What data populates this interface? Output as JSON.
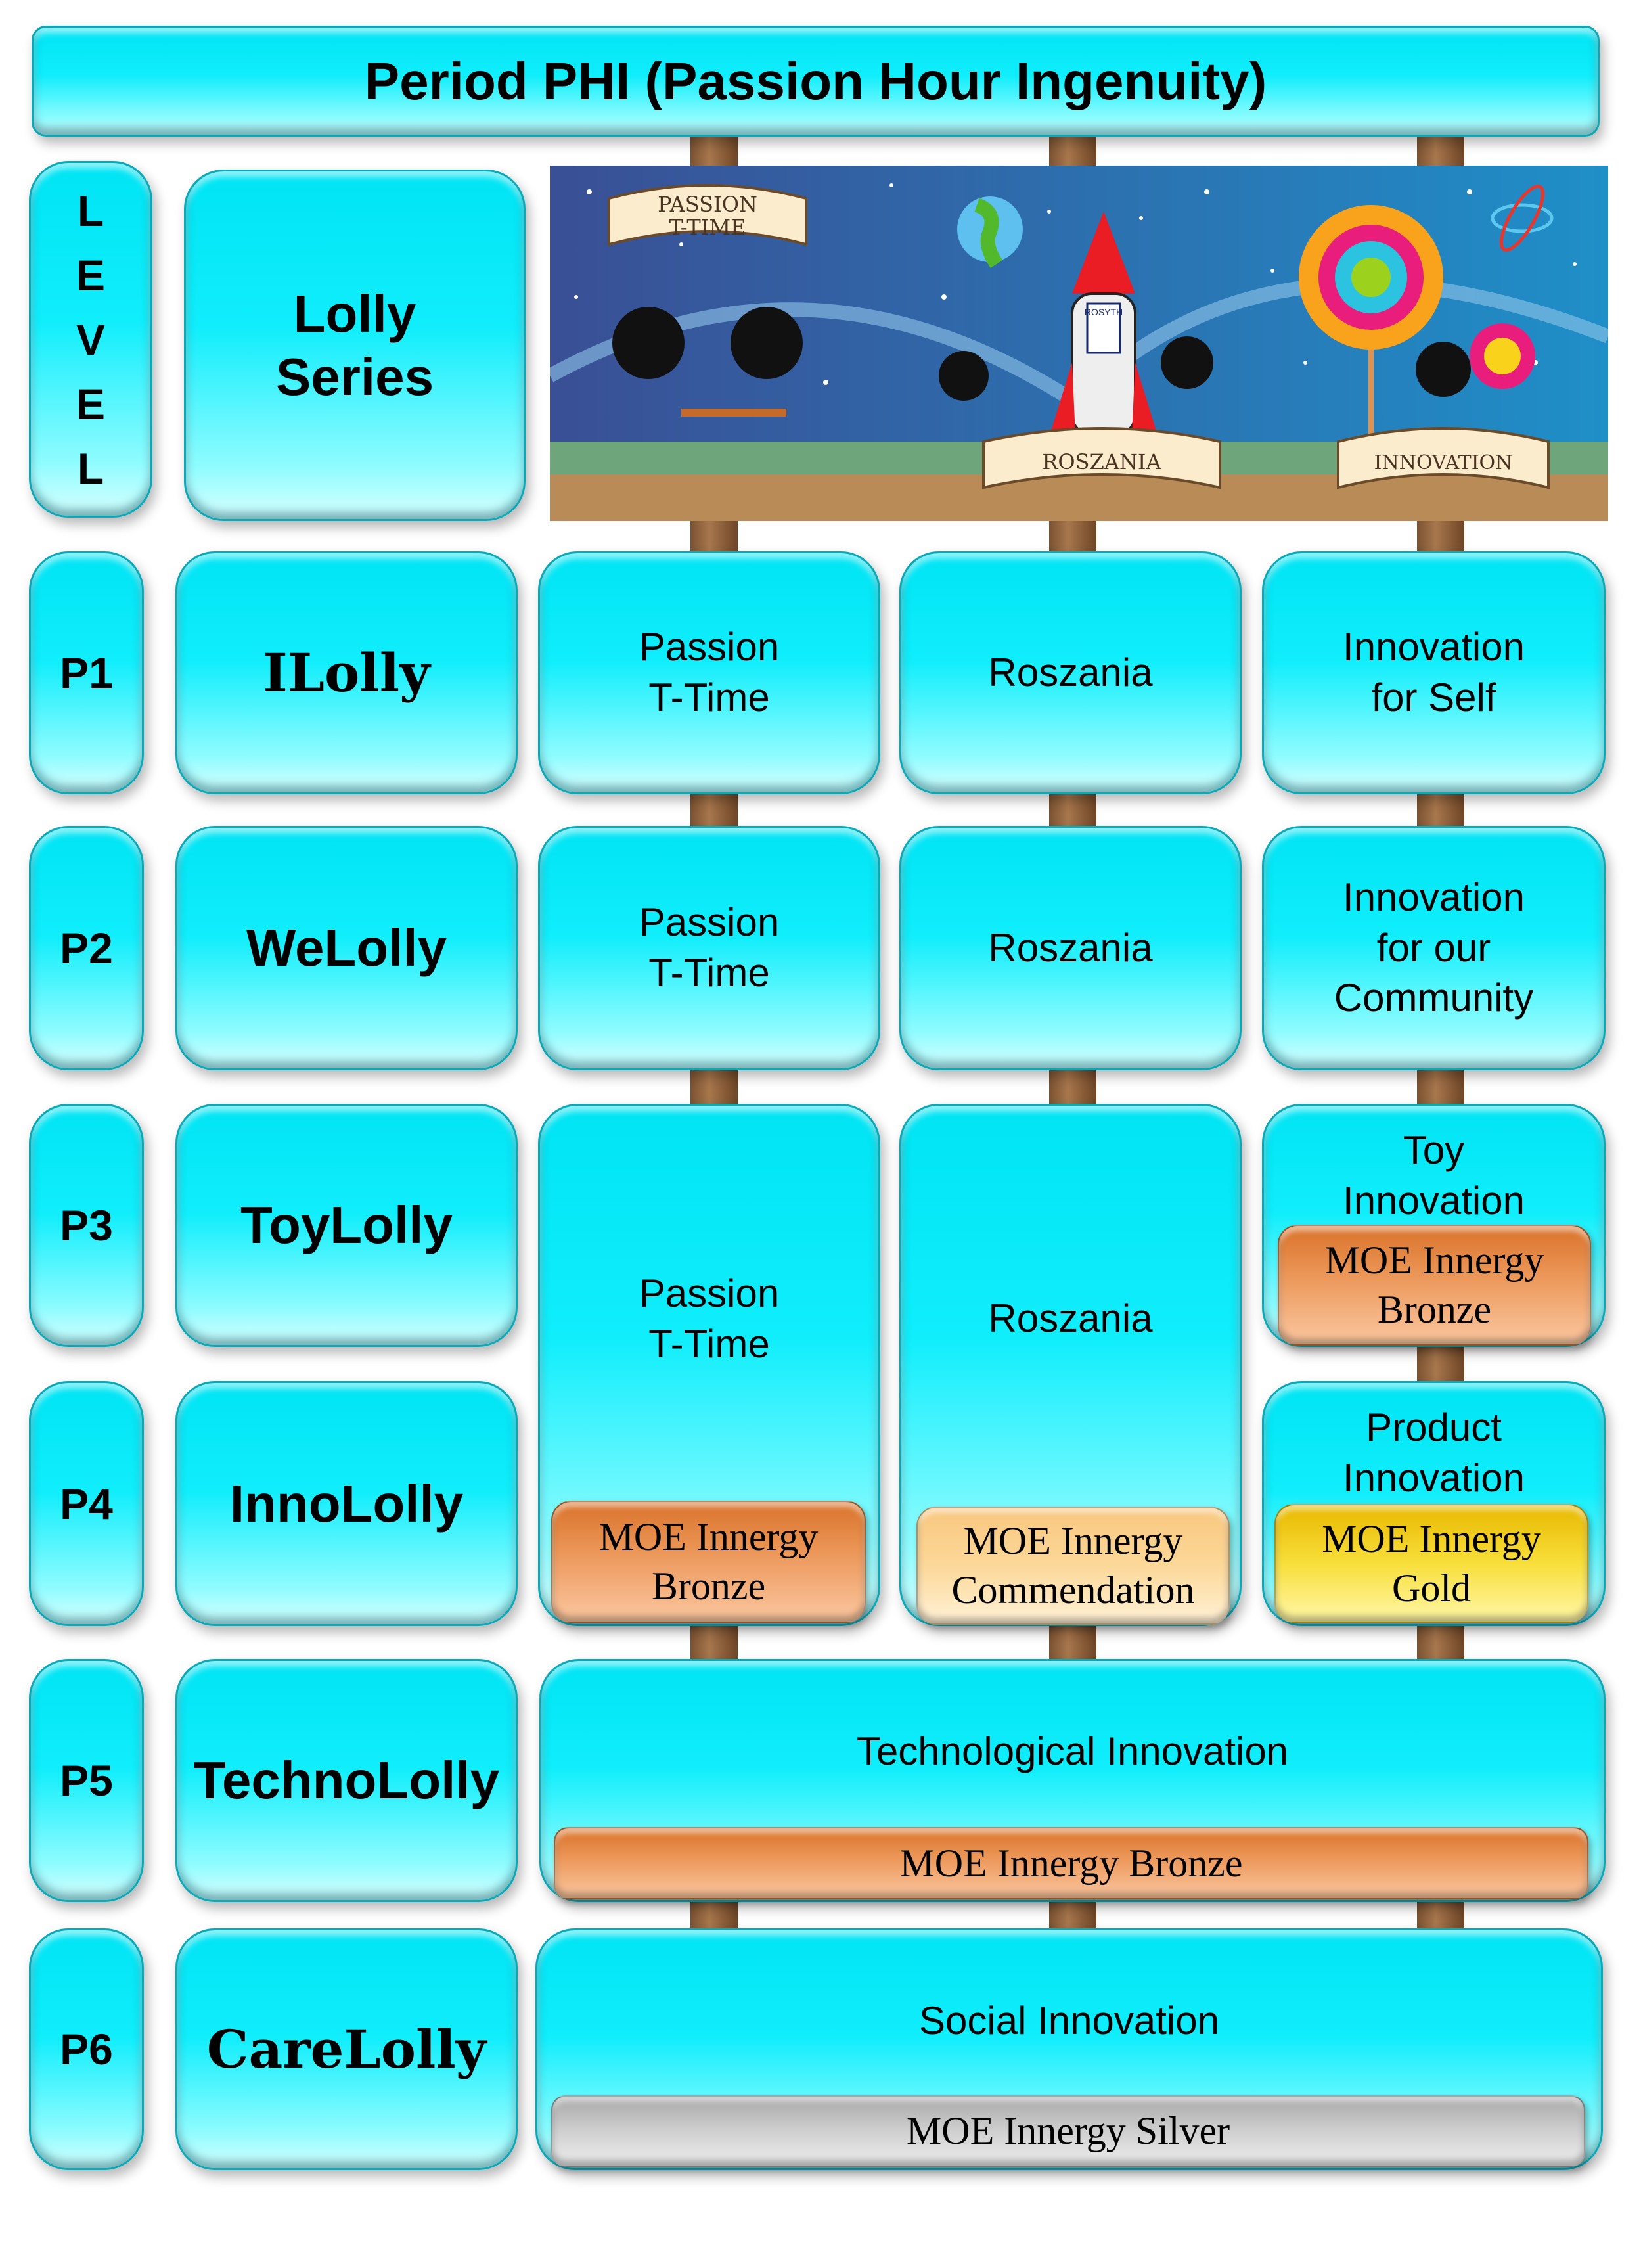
{
  "title": "Period PHI (Passion Hour Ingenuity)",
  "level_label": [
    "L",
    "E",
    "V",
    "E",
    "L"
  ],
  "series_header": "Lolly\nSeries",
  "banner": {
    "scroll_left": "PASSION\nT-TIME",
    "scroll_mid": "ROSZANIA",
    "scroll_right": "INNOVATION",
    "badge": "ROSYTH"
  },
  "rows": [
    {
      "level": "P1",
      "series": "ILolly",
      "c1": "Passion\nT-Time",
      "c2": "Roszania",
      "c3": "Innovation\nfor Self"
    },
    {
      "level": "P2",
      "series": "WeLolly",
      "c1": "Passion\nT-Time",
      "c2": "Roszania",
      "c3": "Innovation\nfor our\nCommunity"
    },
    {
      "level": "P3",
      "series": "ToyLolly",
      "c3": "Toy\nInnovation",
      "c3_award": "MOE Innergy\nBronze"
    },
    {
      "level": "P4",
      "series": "InnoLolly",
      "c3": "Product\nInnovation",
      "c3_award": "MOE Innergy\nGold"
    },
    {
      "level": "P5",
      "series": "TechnoLolly",
      "span": "Technological Innovation",
      "award": "MOE Innergy Bronze"
    },
    {
      "level": "P6",
      "series": "CareLolly",
      "span": "Social Innovation",
      "award": "MOE Innergy Silver"
    }
  ],
  "p34": {
    "c1": "Passion\nT-Time",
    "c1_award": "MOE Innergy\nBronze",
    "c2": "Roszania",
    "c2_award": "MOE Innergy\nCommendation"
  },
  "colors": {
    "cyan": "#00e4f4",
    "bronze": "#eb9556",
    "gold": "#f8df3a",
    "silver": "#cfcfcf",
    "commendation": "#fcd898"
  }
}
